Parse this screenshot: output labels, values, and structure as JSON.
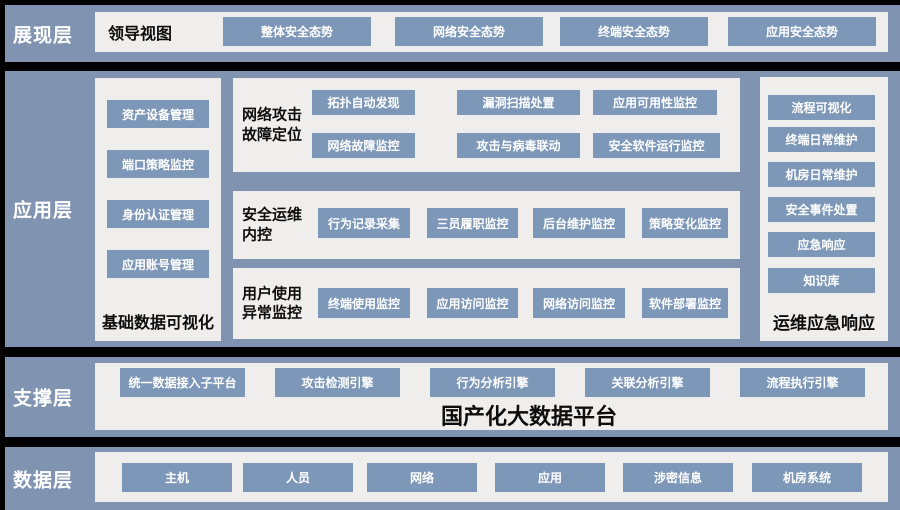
{
  "colors": {
    "background": "#000000",
    "layer_band": "#8094b1",
    "panel": "#efeeec",
    "node": "#7d97b8",
    "node_text": "#ffffff",
    "layer_label_text": "#ffffff",
    "title_text": "#0d0d0d"
  },
  "presentation": {
    "label": "展现层",
    "title": "领导视图",
    "buttons": [
      "整体安全态势",
      "网络安全态势",
      "终端安全态势",
      "应用安全态势"
    ]
  },
  "application": {
    "label": "应用层",
    "base_data": {
      "title": "基础数据可视化",
      "buttons": [
        "资产设备管理",
        "端口策略监控",
        "身份认证管理",
        "应用账号管理"
      ]
    },
    "attack": {
      "title": "网络攻击故障定位",
      "buttons": [
        "拓扑自动发现",
        "漏洞扫描处置",
        "应用可用性监控",
        "网络故障监控",
        "攻击与病毒联动",
        "安全软件运行监控"
      ]
    },
    "ops": {
      "title": "安全运维内控",
      "buttons": [
        "行为记录采集",
        "三员履职监控",
        "后台维护监控",
        "策略变化监控"
      ]
    },
    "user": {
      "title": "用户使用异常监控",
      "buttons": [
        "终端使用监控",
        "应用访问监控",
        "网络访问监控",
        "软件部署监控"
      ]
    },
    "response": {
      "title": "运维应急响应",
      "buttons": [
        "流程可视化",
        "终端日常维护",
        "机房日常维护",
        "安全事件处置",
        "应急响应",
        "知识库"
      ]
    }
  },
  "support": {
    "label": "支撑层",
    "title": "国产化大数据平台",
    "buttons": [
      "统一数据接入子平台",
      "攻击检测引擎",
      "行为分析引擎",
      "关联分析引擎",
      "流程执行引擎"
    ]
  },
  "data": {
    "label": "数据层",
    "buttons": [
      "主机",
      "人员",
      "网络",
      "应用",
      "涉密信息",
      "机房系统"
    ]
  }
}
